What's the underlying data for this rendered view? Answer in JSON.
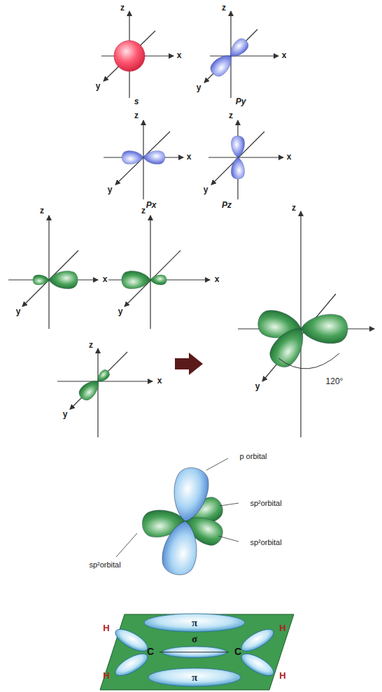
{
  "diagram": {
    "labels": [
      "z",
      "x",
      "y",
      "s",
      "z",
      "x",
      "y",
      "Py",
      "z",
      "x",
      "y",
      "Px",
      "z",
      "x",
      "y",
      "Pz",
      "z",
      "x",
      "y",
      "z",
      "x",
      "y",
      "z",
      "x",
      "y",
      "z",
      "y",
      "120°",
      "p orbital",
      "sp²orbital",
      "sp²orbital",
      "sp²orbital",
      "H",
      "H",
      "H",
      "H",
      "C",
      "C",
      "π",
      "π",
      "σ"
    ]
  }
}
